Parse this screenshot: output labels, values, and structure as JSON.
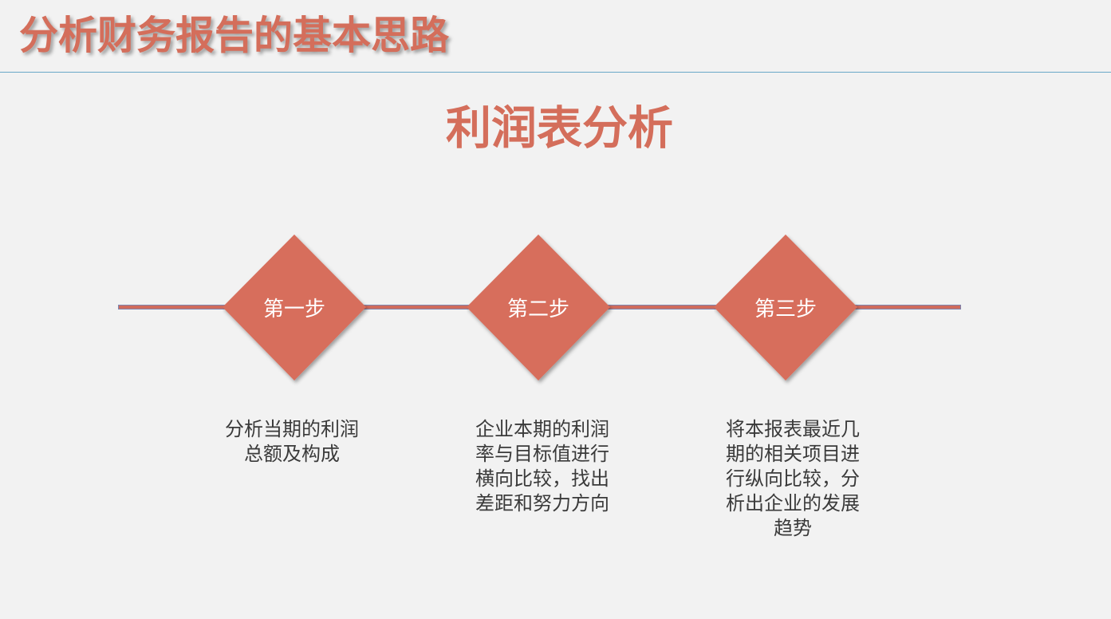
{
  "slide": {
    "title": "分析财务报告的基本思路",
    "section_title": "利润表分析"
  },
  "colors": {
    "accent": "#d46e5b",
    "diamond_fill": "#d76e5c",
    "rule": "#6aa8c8",
    "background": "#f2f2f2",
    "body_text": "#3a3a3a"
  },
  "steps": [
    {
      "label": "第一步",
      "description_lines": [
        "分析当期的利润",
        "总额及构成"
      ]
    },
    {
      "label": "第二步",
      "description_lines": [
        "企业本期的利润",
        "率与目标值进行",
        "横向比较，找出",
        "差距和努力方向"
      ]
    },
    {
      "label": "第三步",
      "description_lines": [
        "将本报表最近几",
        "期的相关项目进",
        "行纵向比较，分",
        "析出企业的发展",
        "趋势"
      ]
    }
  ]
}
